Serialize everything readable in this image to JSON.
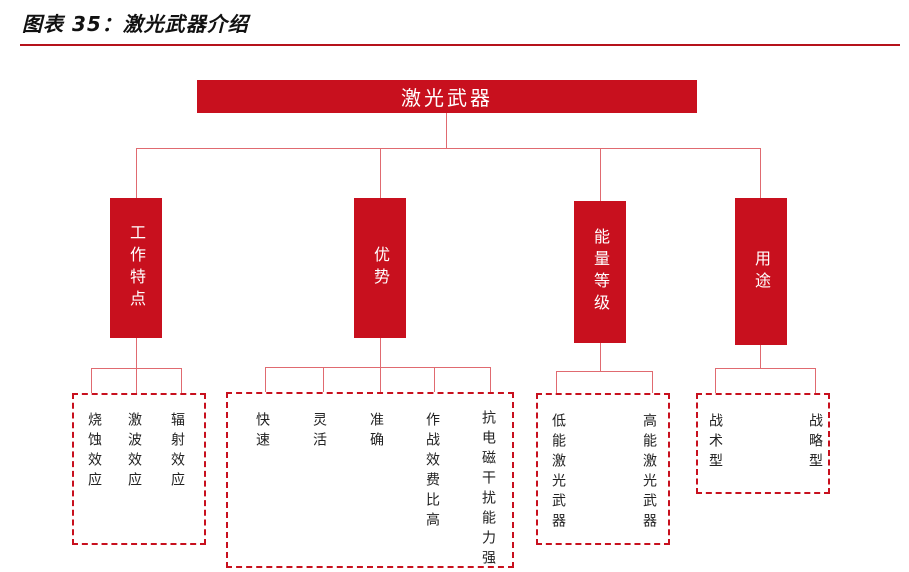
{
  "caption": "图表 35：激光武器介绍",
  "root": "激光武器",
  "branches": [
    {
      "label": "工作特点",
      "items": [
        "烧蚀效应",
        "激波效应",
        "辐射效应"
      ]
    },
    {
      "label": "优势",
      "items": [
        "快速",
        "灵活",
        "准确",
        "作战效费比高",
        "抗电磁干扰能力强"
      ]
    },
    {
      "label": "能量等级",
      "items": [
        "低能激光武器",
        "高能激光武器"
      ]
    },
    {
      "label": "用途",
      "items": [
        "战术型",
        "战略型"
      ]
    }
  ],
  "colors": {
    "accent": "#c8101e",
    "connector": "#e06a70"
  }
}
